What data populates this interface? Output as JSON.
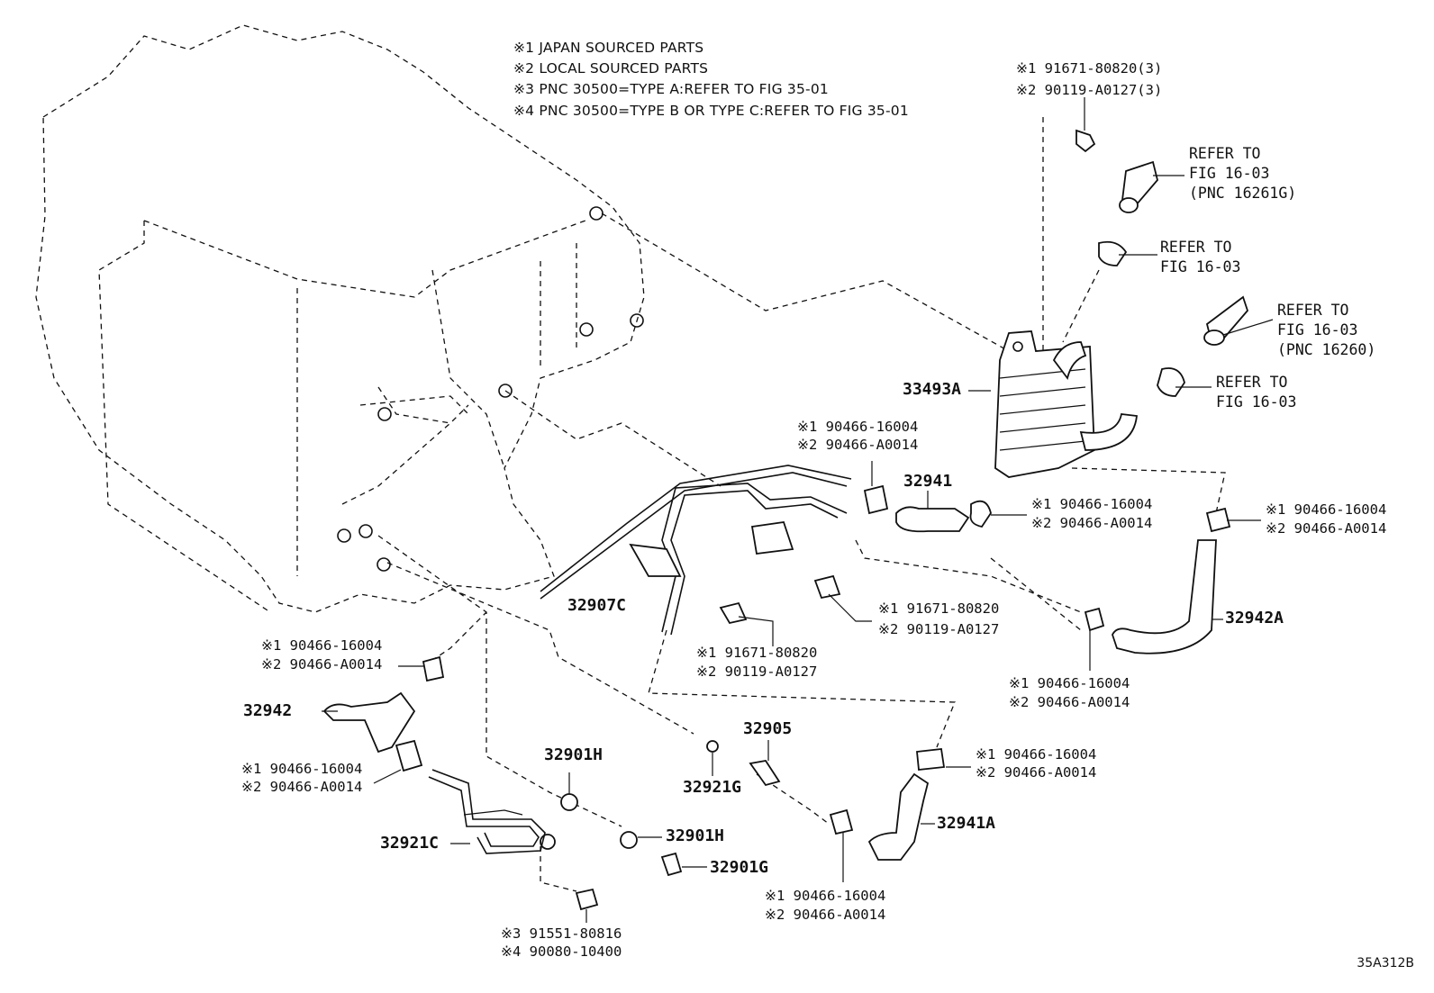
{
  "legend": [
    "※1 JAPAN SOURCED PARTS",
    "※2 LOCAL SOURCED PARTS",
    "※3 PNC 30500=TYPE A:REFER TO FIG 35-01",
    "※4 PNC 30500=TYPE B OR TYPE C:REFER TO FIG 35-01"
  ],
  "refs": [
    {
      "text": "REFER TO\nFIG 16-03\n(PNC 16261G)"
    },
    {
      "text": "REFER TO\nFIG 16-03"
    },
    {
      "text": "REFER TO\nFIG 16-03\n(PNC 16260)"
    },
    {
      "text": "REFER TO\nFIG 16-03"
    }
  ],
  "parts": {
    "p33493A": "33493A",
    "p32941": "32941",
    "p32907C": "32907C",
    "p32942A": "32942A",
    "p32942": "32942",
    "p32905": "32905",
    "p32901H_a": "32901H",
    "p32901H_b": "32901H",
    "p32901G": "32901G",
    "p32921G": "32921G",
    "p32921C": "32921C",
    "p32941A": "32941A"
  },
  "callouts": [
    {
      "l1": "※1 91671-80820(3)",
      "l2": "※2 90119-A0127(3)"
    },
    {
      "l1": "※1 90466-16004",
      "l2": "※2 90466-A0014"
    },
    {
      "l1": "※1 90466-16004",
      "l2": "※2 90466-A0014"
    },
    {
      "l1": "※1 90466-16004",
      "l2": "※2 90466-A0014"
    },
    {
      "l1": "※1 91671-80820",
      "l2": "※2 90119-A0127"
    },
    {
      "l1": "※1 90466-16004",
      "l2": "※2 90466-A0014"
    },
    {
      "l1": "※1 91671-80820",
      "l2": "※2 90119-A0127"
    },
    {
      "l1": "※1 90466-16004",
      "l2": "※2 90466-A0014"
    },
    {
      "l1": "※1 90466-16004",
      "l2": "※2 90466-A0014"
    },
    {
      "l1": "※1 90466-16004",
      "l2": "※2 90466-A0014"
    },
    {
      "l1": "※1 90466-16004",
      "l2": "※2 90466-A0014"
    },
    {
      "l1": "※3 91551-80816",
      "l2": "※4 90080-10400"
    }
  ],
  "figure_code": "35A312B"
}
